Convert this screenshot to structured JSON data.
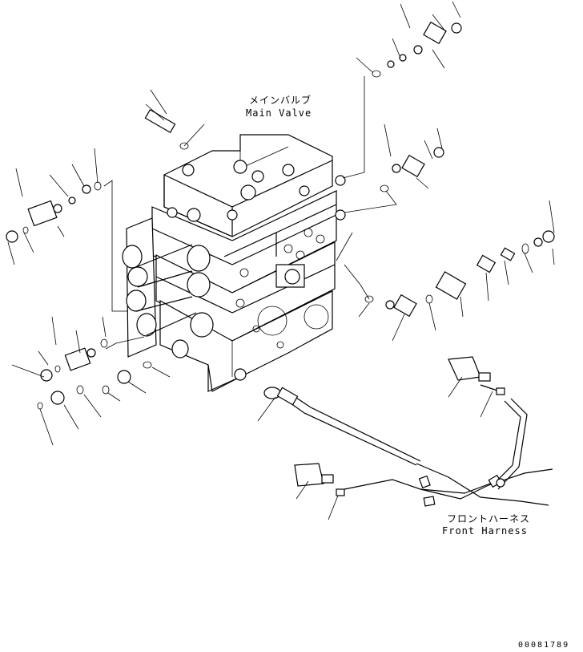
{
  "labels": {
    "main_valve_jp": "メインバルブ",
    "main_valve_en": "Main Valve",
    "front_harness_jp": "フロントハーネス",
    "front_harness_en": "Front Harness",
    "drawing_number": "00081789"
  },
  "colors": {
    "line": "#000000",
    "background": "#ffffff"
  }
}
